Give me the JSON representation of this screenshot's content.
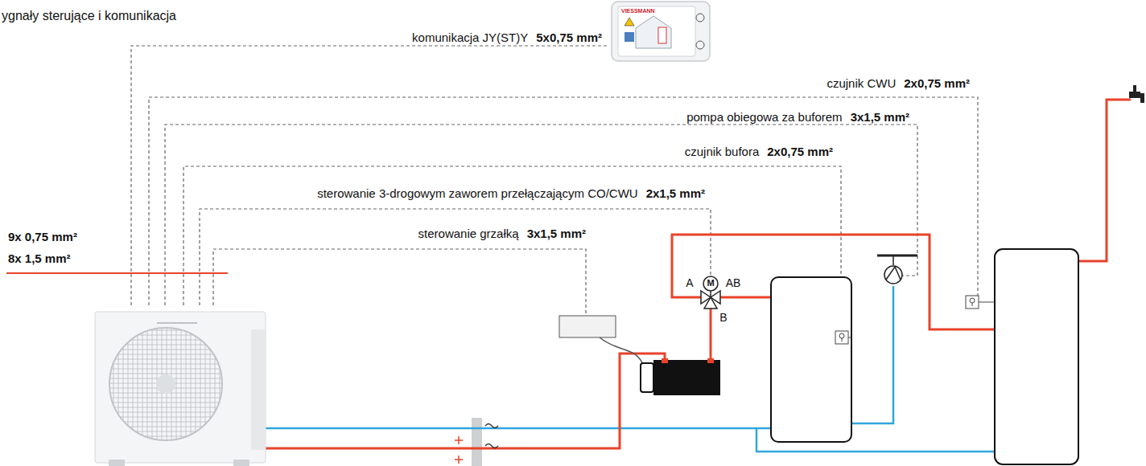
{
  "diagram": {
    "title": "ygnały sterujące i komunikacja",
    "labels": [
      "VIESSMANN",
      "komunikacja JY(ST)Y",
      "5x0,75 mm²",
      "czujnik CWU",
      "2x0,75 mm²",
      "pompa obiegowa za buforem",
      "3x1,5 mm²",
      "czujnik bufora",
      "2x0,75 mm²",
      "sterowanie 3-drogowym zaworem przełączającym CO/CWU",
      "2x1,5 mm²",
      "sterowanie grzałką",
      "3x1,5 mm²",
      "9x 0,75 mm²",
      "8x 1,5 mm²",
      "A",
      "M",
      "AB",
      "B"
    ]
  }
}
